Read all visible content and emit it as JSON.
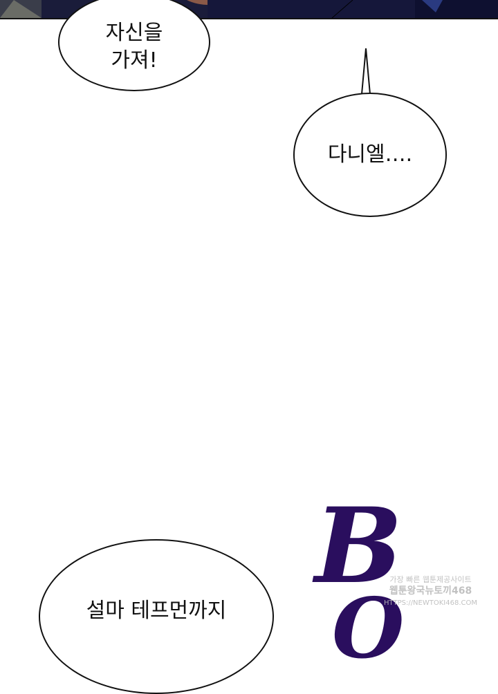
{
  "bubbles": [
    {
      "text_line1": "자신을",
      "text_line2": "가져!"
    },
    {
      "text": "다니엘…."
    },
    {
      "text": "설마 테프먼까지"
    }
  ],
  "sfx": {
    "text": "B",
    "text2": "O",
    "color": "#2a0e5e"
  },
  "watermark": {
    "line1": "가장 빠른 웹툰제공사이트",
    "line2": "웹툰왕국뉴토끼468",
    "line3": "HTTPS://NEWTOKI468.COM"
  }
}
